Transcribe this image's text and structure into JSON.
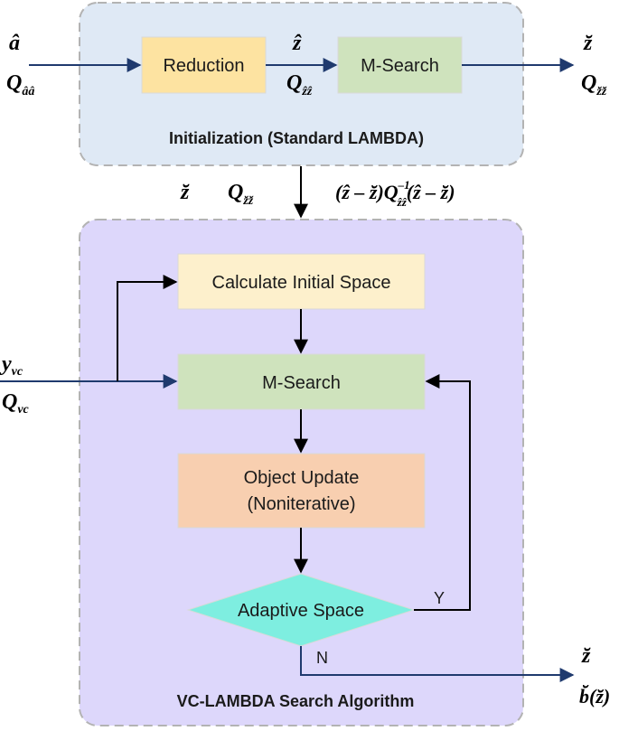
{
  "init_panel": {
    "title": "Initialization (Standard LAMBDA)",
    "fill": "#dfe9f5"
  },
  "search_panel": {
    "title": "VC-LAMBDA Search Algorithm",
    "fill": "#ddd7fb"
  },
  "boxes": {
    "reduction": "Reduction",
    "msearch_top": "M-Search",
    "calc_space": "Calculate Initial Space",
    "msearch": "M-Search",
    "obj_update_1": "Object Update",
    "obj_update_2": "(Noniterative)",
    "adaptive": "Adaptive Space"
  },
  "branches": {
    "yes": "Y",
    "no": "N"
  },
  "symbols": {
    "a_hat": "â",
    "Q_main": "Q",
    "Q_aa_sub": "ââ",
    "z_hat": "ẑ",
    "Q_zz_hat_sub": "ẑẑ",
    "z_breve": "z̆",
    "Q_zz_breve_sub": "z̆z̆",
    "objective_left": "(ẑ – z̆)",
    "objective_right": "(ẑ – z̆)",
    "objective_sup": "–1",
    "y": "y",
    "vc_sub": "vc",
    "b_breve": "b̆",
    "b_arg": "(z̆)"
  },
  "colors": {
    "arrow": "#1f3a6e",
    "reduction_fill": "#fde3a1",
    "msearch_fill": "#cfe3bd",
    "calc_fill": "#fdf0cc",
    "update_fill": "#f8cfb0",
    "adaptive_fill": "#7eeee0"
  }
}
